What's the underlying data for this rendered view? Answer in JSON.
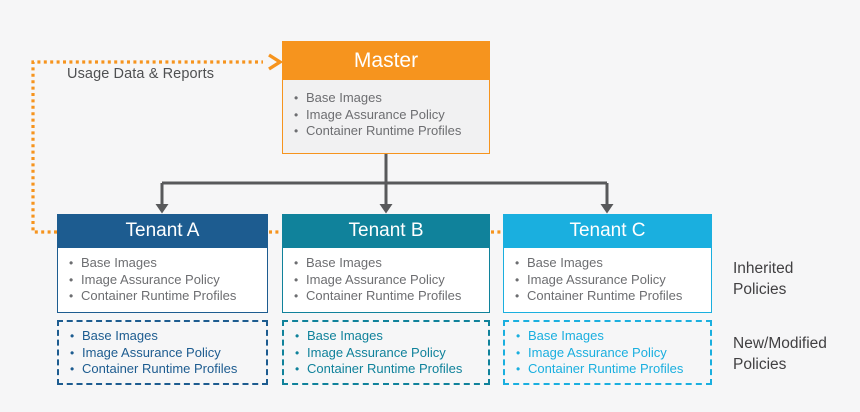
{
  "colors": {
    "background": "#F6F6F7",
    "orange": "#F6941E",
    "connector_gray": "#58595B",
    "tenant_a": "#1D5C90",
    "tenant_b": "#10829B",
    "tenant_c": "#1AAFDF",
    "bullet_gray": "#6D6E71",
    "label_dark": "#414042"
  },
  "feedback": {
    "label": "Usage Data & Reports"
  },
  "master": {
    "title": "Master",
    "policies": [
      "Base Images",
      "Image Assurance Policy",
      "Container Runtime Profiles"
    ]
  },
  "tenants": [
    {
      "title": "Tenant A",
      "color": "#1D5C90",
      "inherited": [
        "Base Images",
        "Image Assurance Policy",
        "Container Runtime Profiles"
      ],
      "new_modified": [
        "Base Images",
        "Image Assurance Policy",
        "Container Runtime Profiles"
      ]
    },
    {
      "title": "Tenant B",
      "color": "#10829B",
      "inherited": [
        "Base Images",
        "Image Assurance Policy",
        "Container Runtime Profiles"
      ],
      "new_modified": [
        "Base Images",
        "Image Assurance Policy",
        "Container Runtime Profiles"
      ]
    },
    {
      "title": "Tenant C",
      "color": "#1AAFDF",
      "inherited": [
        "Base Images",
        "Image Assurance Policy",
        "Container Runtime Profiles"
      ],
      "new_modified": [
        "Base Images",
        "Image Assurance Policy",
        "Container Runtime Profiles"
      ]
    }
  ],
  "side_labels": {
    "inherited": "Inherited Policies",
    "new_modified": "New/Modified Policies"
  }
}
